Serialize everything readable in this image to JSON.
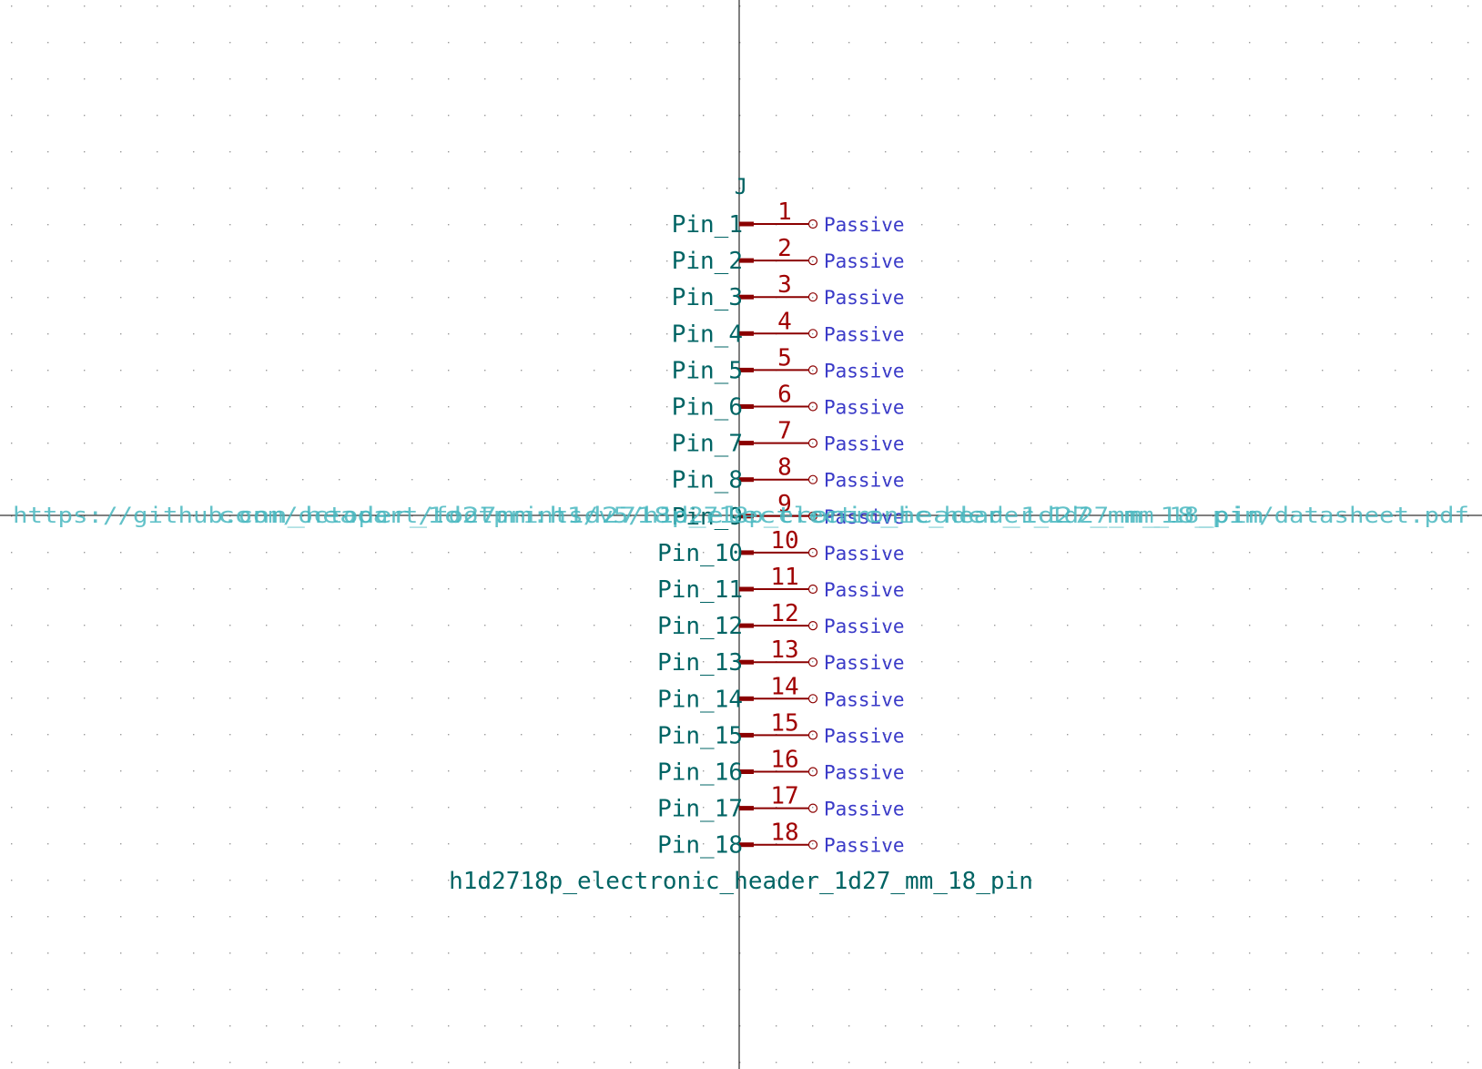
{
  "symbol": {
    "reference": "J",
    "value": "h1d2718p_electronic_header_1d27_mm_18_pin",
    "footprint": "conn_header_1d27mm:h1d2718p_electronic_header_1d27_mm_18_pin",
    "datasheet": "https://github.com/octopart/footprints/v5/h1d2718p_electronic_header_1d27_mm_18_pin/datasheet.pdf"
  },
  "pins": [
    {
      "number": "1",
      "name": "Pin_1",
      "type": "Passive"
    },
    {
      "number": "2",
      "name": "Pin_2",
      "type": "Passive"
    },
    {
      "number": "3",
      "name": "Pin_3",
      "type": "Passive"
    },
    {
      "number": "4",
      "name": "Pin_4",
      "type": "Passive"
    },
    {
      "number": "5",
      "name": "Pin_5",
      "type": "Passive"
    },
    {
      "number": "6",
      "name": "Pin_6",
      "type": "Passive"
    },
    {
      "number": "7",
      "name": "Pin_7",
      "type": "Passive"
    },
    {
      "number": "8",
      "name": "Pin_8",
      "type": "Passive"
    },
    {
      "number": "9",
      "name": "Pin_9",
      "type": "Passive"
    },
    {
      "number": "10",
      "name": "Pin_10",
      "type": "Passive"
    },
    {
      "number": "11",
      "name": "Pin_11",
      "type": "Passive"
    },
    {
      "number": "12",
      "name": "Pin_12",
      "type": "Passive"
    },
    {
      "number": "13",
      "name": "Pin_13",
      "type": "Passive"
    },
    {
      "number": "14",
      "name": "Pin_14",
      "type": "Passive"
    },
    {
      "number": "15",
      "name": "Pin_15",
      "type": "Passive"
    },
    {
      "number": "16",
      "name": "Pin_16",
      "type": "Passive"
    },
    {
      "number": "17",
      "name": "Pin_17",
      "type": "Passive"
    },
    {
      "number": "18",
      "name": "Pin_18",
      "type": "Passive"
    }
  ],
  "colors": {
    "background": "#ffffff",
    "grid": "#9a9a9a",
    "axes": "#000000",
    "field_text": "#006464",
    "hidden_field_text": "#48b8c0",
    "pin_line": "#8b0000",
    "pin_number": "#a00000",
    "pin_type": "#3a3ac8"
  }
}
